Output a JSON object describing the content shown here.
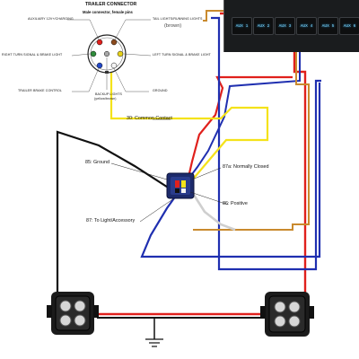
{
  "connector": {
    "title": "TRAILER CONNECTOR",
    "subtitle": "Male connector, female pins",
    "pins": {
      "auxiliary": "AUXILIARY 12V+/CHARGING",
      "tail": "TAIL LIGHTS/RUNNING LIGHTS",
      "tail_note": "(brown)",
      "right_turn": "RIGHT TURN SIGNAL & BRAKE LIGHT",
      "left_turn": "LEFT TURN SIGNAL & BRAKE LIGHT",
      "trailer_brake": "TRAILER BRAKE CONTROL",
      "ground": "GROUND",
      "backup": "BACKUP LIGHTS",
      "backup_note": "(yellow/brown)"
    }
  },
  "relay": {
    "pin30": "30: Common Contact",
    "pin85": "85: Ground",
    "pin87a": "87a: Normally Closed",
    "pin86": "86: Positive",
    "pin87": "87: To Light/Accessory"
  },
  "switch_panel": {
    "switches": [
      "AUX 1",
      "AUX 2",
      "AUX 3",
      "AUX 4",
      "AUX 5",
      "AUX 6"
    ]
  },
  "colors": {
    "red": "#e0201c",
    "blue": "#1f2fb0",
    "yellow": "#f4e21a",
    "brown": "#c98a2e",
    "black": "#111111",
    "white": "#f4f4f4",
    "switch_glow": "#5fc8ff"
  },
  "icons": [
    "ground-symbol-icon",
    "relay-icon",
    "led-cube-light-icon"
  ]
}
